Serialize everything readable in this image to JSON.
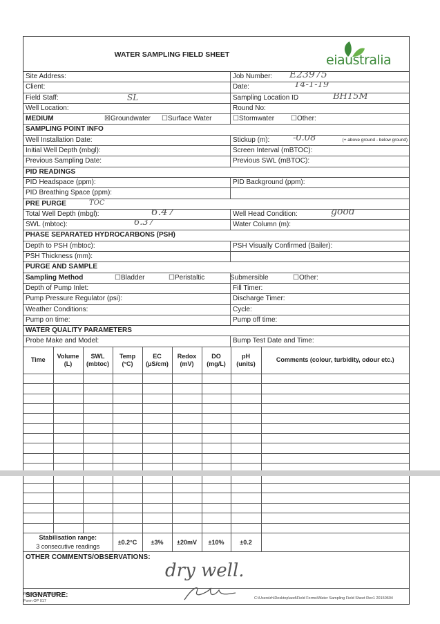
{
  "header": {
    "title": "WATER SAMPLING FIELD SHEET",
    "logo_text": "eiaustralia",
    "brand_color": "#3d8a3a"
  },
  "fields": {
    "site_address": "Site Address:",
    "job_number": "Job Number:",
    "job_number_value": "E23975",
    "client": "Client:",
    "date": "Date:",
    "date_value": "14-1-19",
    "field_staff": "Field Staff:",
    "field_staff_value": "SL",
    "sampling_location": "Sampling Location ID",
    "sampling_location_value": "BH15M",
    "well_location": "Well Location:",
    "round_no": "Round No:"
  },
  "medium": {
    "label": "MEDIUM",
    "groundwater": "☒Groundwater",
    "surface_water": "☐Surface Water",
    "stormwater": "☐Stormwater",
    "other": "☐Other:"
  },
  "sampling_point": {
    "heading": "SAMPLING POINT INFO",
    "well_install": "Well Installation Date:",
    "stickup": "Stickup (m):",
    "stickup_value": "-0.08",
    "stickup_note": "(+ above ground - below ground)",
    "initial_depth": "Initial Well Depth (mbgl):",
    "screen_interval": "Screen Interval (mBTOC):",
    "prev_date": "Previous Sampling Date:",
    "prev_swl": "Previous SWL (mBTOC):"
  },
  "pid": {
    "heading": "PID READINGS",
    "headspace": "PID Headspace (ppm):",
    "background": "PID Background (ppm):",
    "breathing": "PID Breathing Space (ppm):"
  },
  "pre_purge": {
    "heading": "PRE PURGE",
    "heading_value": "TOC",
    "total_depth": "Total Well Depth (mbgl):",
    "total_depth_value": "6.47",
    "well_head": "Well Head Condition:",
    "well_head_value": "good",
    "swl": "SWL (mbtoc):",
    "swl_value": "6.37",
    "water_column": "Water Column (m):"
  },
  "psh": {
    "heading": "PHASE SEPARATED HYDROCARBONS (PSH)",
    "depth": "Depth to PSH (mbtoc):",
    "visually": "PSH Visually Confirmed (Bailer):",
    "thickness": "PSH Thickness (mm):"
  },
  "purge": {
    "heading": "PURGE AND SAMPLE",
    "method": "Sampling Method",
    "bladder": "☐Bladder",
    "peristaltic": "☐Peristaltic",
    "submersible": "☐Submersible",
    "other": "☐Other:",
    "pump_inlet": "Depth of Pump Inlet:",
    "fill_timer": "Fill Timer:",
    "pressure": "Pump Pressure Regulator (psi):",
    "discharge": "Discharge Timer:",
    "weather": "Weather Conditions:",
    "cycle": "Cycle:",
    "pump_on": "Pump on time:",
    "pump_off": "Pump off time:"
  },
  "wq": {
    "heading": "WATER QUALITY PARAMETERS",
    "probe": "Probe Make and Model:",
    "bump": "Bump Test Date and Time:",
    "columns": [
      "Time",
      "Volume\n(L)",
      "SWL\n(mbtoc)",
      "Temp\n(°C)",
      "EC\n(µS/cm)",
      "Redox\n(mV)",
      "DO\n(mg/L)",
      "pH\n(units)",
      "Comments (colour, turbidity, odour etc.)"
    ],
    "stabilisation_label_1": "Stabilisation range:",
    "stabilisation_label_2": "3 consecutive readings",
    "stabilisation": [
      "±0.2°C",
      "±3%",
      "±20mV",
      "±10%",
      "±0.2"
    ]
  },
  "comments": {
    "heading": "OTHER COMMENTS/OBSERVATIONS:",
    "value": "dry well."
  },
  "signature": {
    "label": "SIGNATURE:"
  },
  "footer": {
    "rev": "Rev 1 20150604SH",
    "form": "Form OP 017",
    "path": "C:\\Users\\rh\\Desktop\\aod\\Field Forms\\Water Sampling Field Sheet Rev1 20150604"
  }
}
